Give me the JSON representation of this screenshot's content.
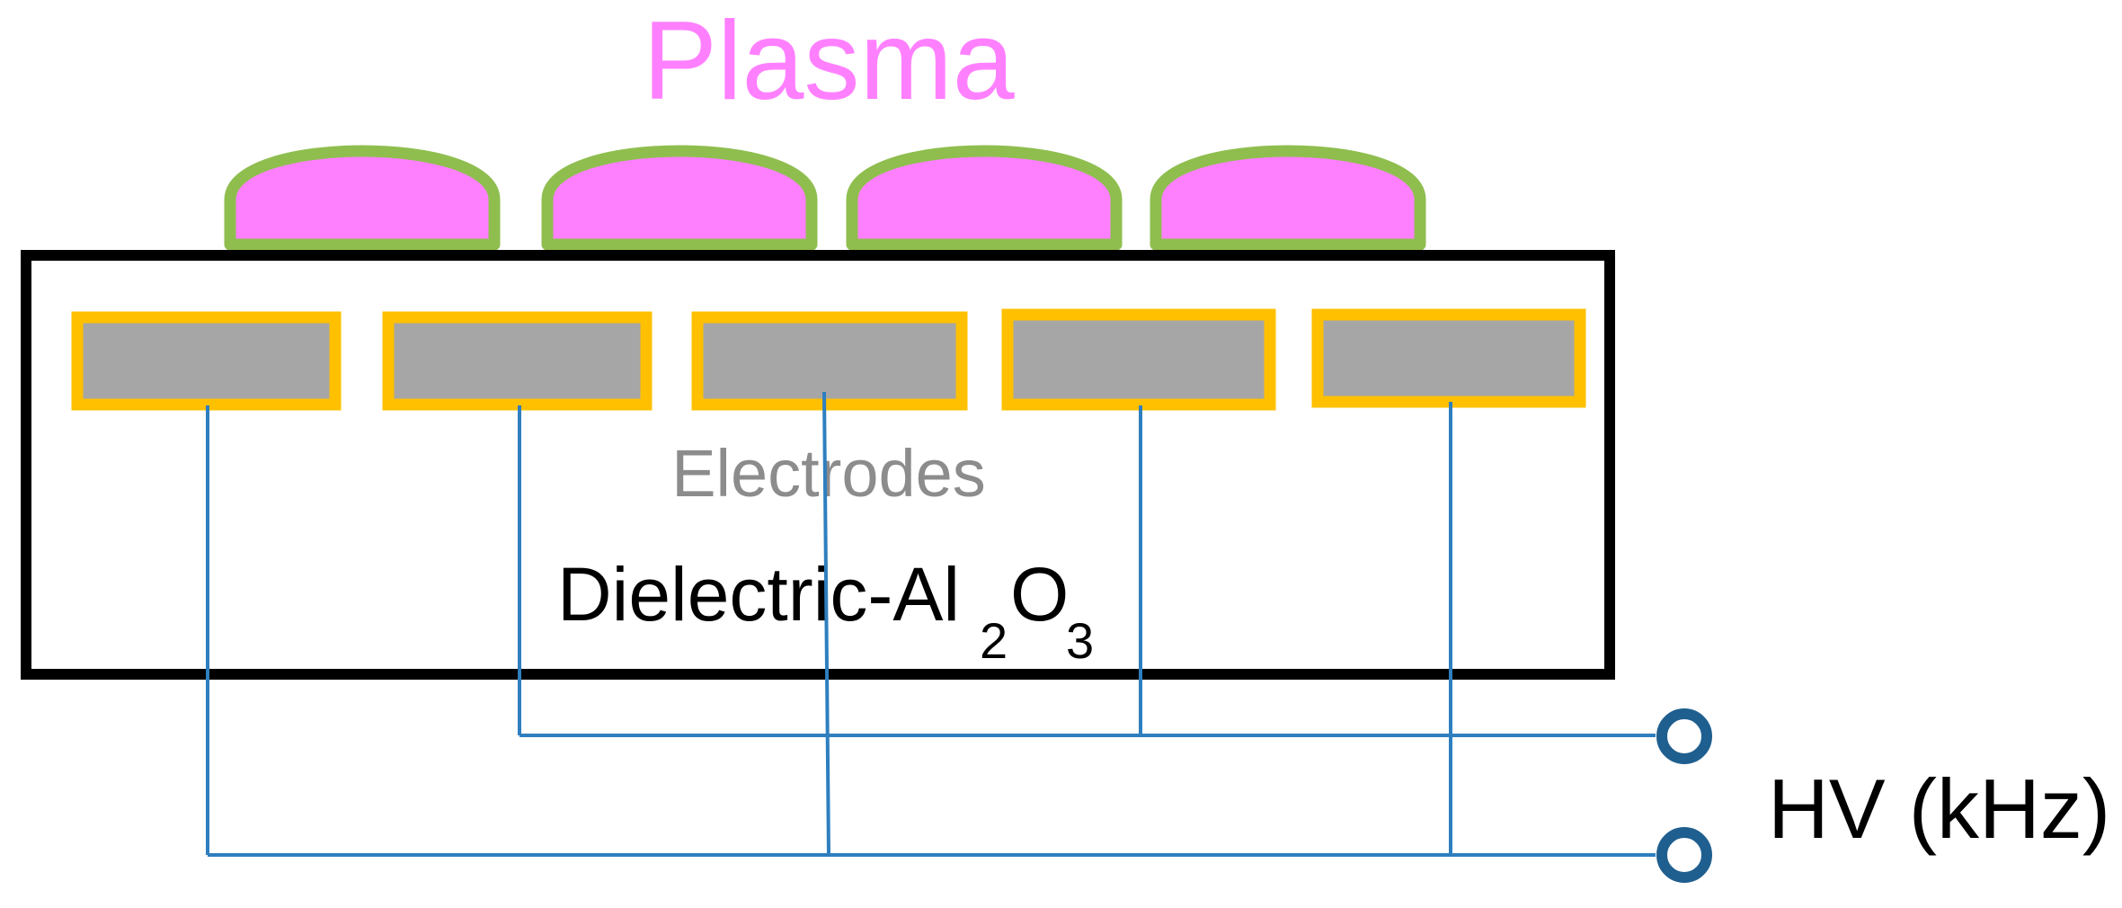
{
  "labels": {
    "plasma": "Plasma",
    "electrodes": "Electrodes",
    "dielectric_main": "Dielectric-Al",
    "dielectric_sub_2": "2",
    "dielectric_o": "O",
    "dielectric_sub_3": "3",
    "hv": "HV (kHz)"
  },
  "colors": {
    "plasma_fill": "#ff80ff",
    "plasma_stroke": "#8fbe4f",
    "plasma_text": "#ff80ff",
    "electrode_fill": "#a6a6a6",
    "electrode_stroke": "#ffc000",
    "electrodes_text": "#8c8c8c",
    "wire": "#2e7fbf",
    "terminal": "#1f5f8f",
    "dielectric_border": "#000000",
    "text": "#000000"
  },
  "counts": {
    "plasma_regions": 4,
    "electrodes": 5,
    "terminals": 2
  }
}
